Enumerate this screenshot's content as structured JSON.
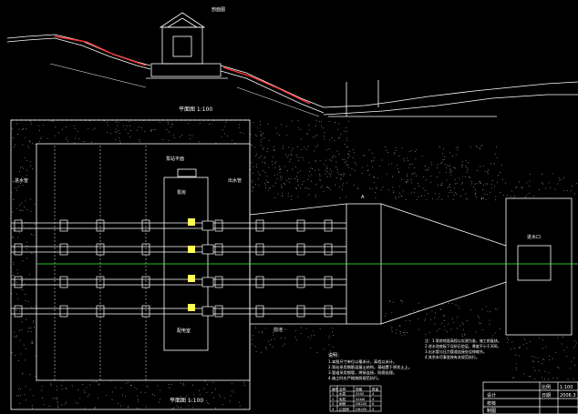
{
  "sections": {
    "elevation_label": "剖面图",
    "plan_label": "平面图 1:100",
    "plan_label_bottom": "平面图 1:100",
    "bay_label": "A",
    "pump_room": "泵房",
    "control_room": "配电室",
    "pump_house_label": "泵站平面",
    "side_label_left": "进水管",
    "side_label_right": "出水管",
    "forebay_label": "前池",
    "intake_label": "进水口"
  },
  "notes": {
    "title": "说明：",
    "lines": [
      "1.本图尺寸单位以毫米计，高程以米计。",
      "2.泵站采用钢筋混凝土结构，基础置于原状土上。",
      "3.管道采用钢管，焊接连接，防腐处理。",
      "4.施工时应严格按照规范执行。"
    ]
  },
  "right_notes": {
    "lines": [
      "注：1.泵房地面高程以实测为准，施工前复核。",
      "2.进水池底板下设砂石垫层，厚度不小于300。",
      "3.出水管与压力管道连接处设伸缩节。",
      "4.其余未尽事宜按有关规范执行。"
    ]
  },
  "table": {
    "rows": [
      [
        "编号",
        "名称",
        "规格",
        "数量"
      ],
      [
        "1",
        "水泵",
        "200S",
        "4"
      ],
      [
        "2",
        "电机",
        "55kW",
        "4"
      ],
      [
        "3",
        "闸阀",
        "DN200",
        "8"
      ],
      [
        "4",
        "止回阀",
        "DN200",
        "4"
      ]
    ]
  },
  "title_block": {
    "scale_label": "比例",
    "scale_value": "1:100",
    "date_label": "日期",
    "date_value": "2006.3",
    "design": "设计",
    "check": "校核",
    "drawing": "制图"
  },
  "colors": {
    "background": "#000000",
    "line": "#ffffff",
    "accent_red": "#ff3333",
    "accent_yellow": "#ffff55",
    "accent_green": "#33ff33"
  }
}
